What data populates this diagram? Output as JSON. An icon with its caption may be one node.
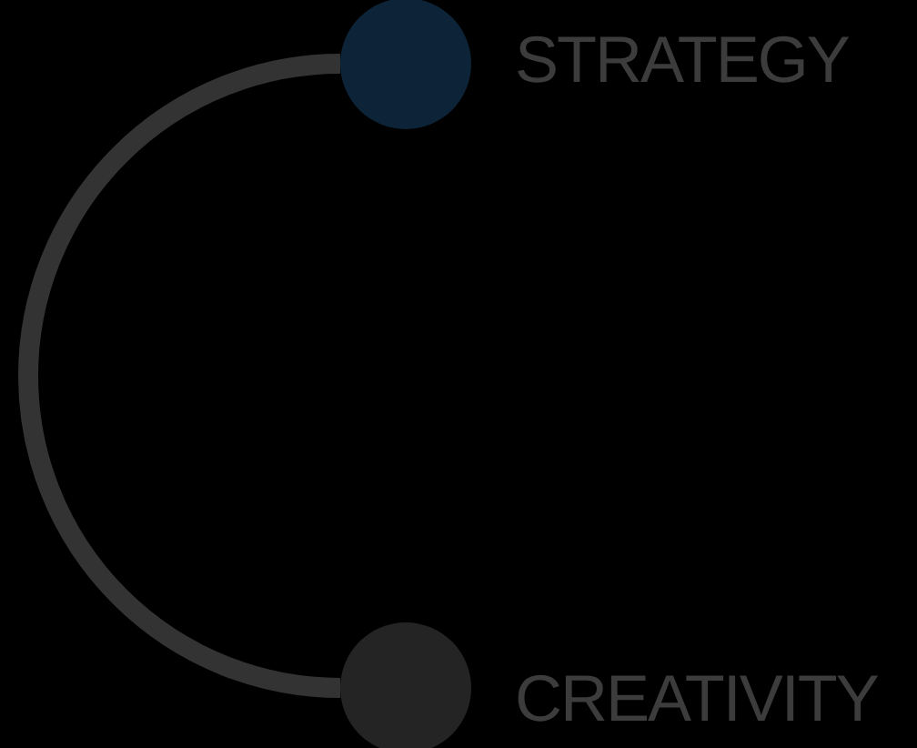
{
  "diagram": {
    "nodes": [
      {
        "text": [],
        "shape": "circle",
        "beside": [
          "STRATEGY"
        ]
      },
      {
        "text": [],
        "shape": "circle",
        "beside": [
          "CREATIVITY"
        ]
      }
    ],
    "edges": [
      {
        "from": 0,
        "to": 1,
        "arrow": "none"
      }
    ]
  }
}
